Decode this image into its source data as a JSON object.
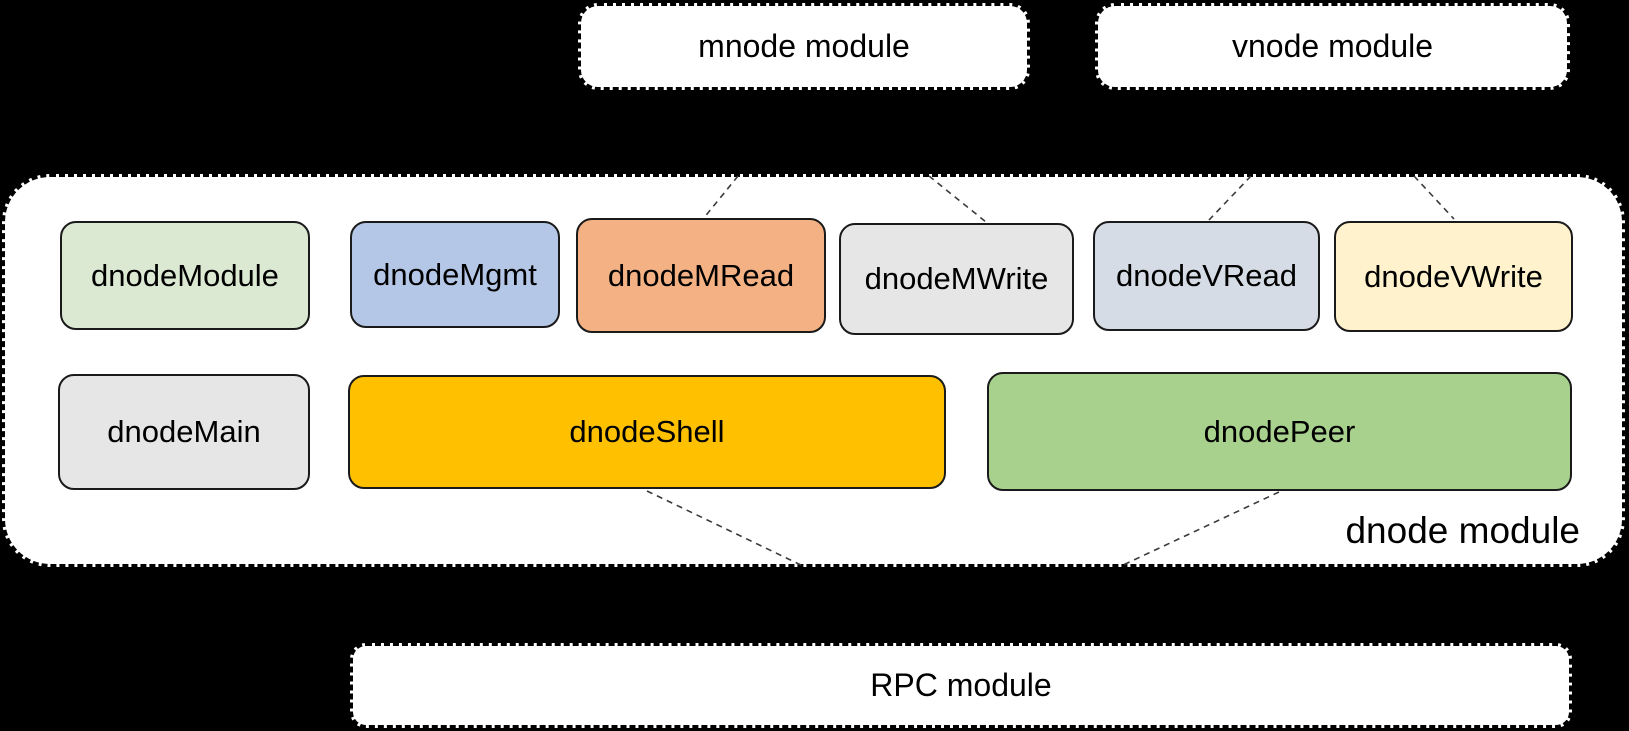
{
  "background_color": "#000000",
  "top_modules": [
    {
      "label": "mnode module"
    },
    {
      "label": "vnode module"
    }
  ],
  "dnode_container": {
    "label": "dnode module"
  },
  "boxes": [
    {
      "label": "dnodeModule",
      "fill": "#dbe8d2"
    },
    {
      "label": "dnodeMgmt",
      "fill": "#b4c7e7"
    },
    {
      "label": "dnodeMRead",
      "fill": "#f4b183"
    },
    {
      "label": "dnodeMWrite",
      "fill": "#e7e6e6"
    },
    {
      "label": "dnodeVRead",
      "fill": "#d6dce5"
    },
    {
      "label": "dnodeVWrite",
      "fill": "#fff2cc"
    },
    {
      "label": "dnodeMain",
      "fill": "#e7e6e6"
    },
    {
      "label": "dnodeShell",
      "fill": "#ffc000"
    },
    {
      "label": "dnodePeer",
      "fill": "#a9d18e"
    }
  ],
  "bottom_module": {
    "label": "RPC module"
  },
  "connections": [
    {
      "from": "mnode module",
      "to": "dnodeMRead"
    },
    {
      "from": "mnode module",
      "to": "dnodeMWrite"
    },
    {
      "from": "vnode module",
      "to": "dnodeVRead"
    },
    {
      "from": "vnode module",
      "to": "dnodeVWrite"
    },
    {
      "from": "dnodeShell",
      "to": "RPC module"
    },
    {
      "from": "dnodePeer",
      "to": "RPC module"
    }
  ],
  "colors": {
    "background": "#000000",
    "module_fill": "#ffffff",
    "border": "#1a1a1a",
    "connector": "#3a3a3a"
  }
}
